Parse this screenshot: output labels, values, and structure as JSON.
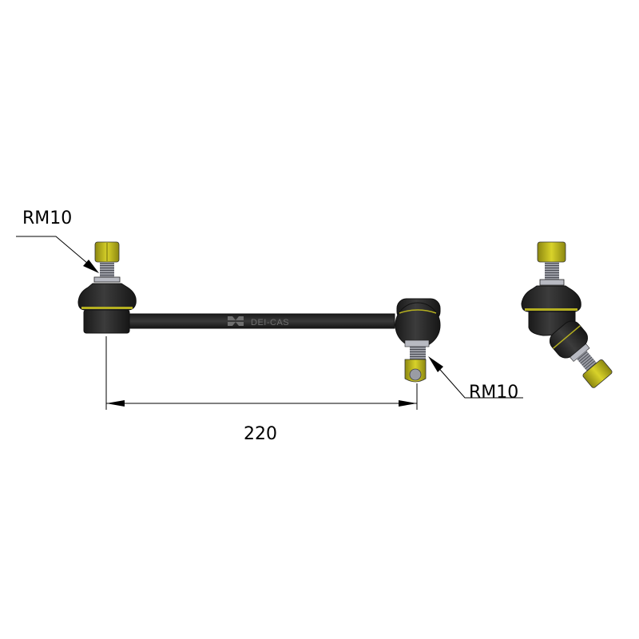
{
  "drawing": {
    "callout_top_left": "RM10",
    "callout_bottom_right": "RM10",
    "dimension_length": "220",
    "logo_text": "DEI-CAS"
  },
  "colors": {
    "rubber": "#2a2a2a",
    "nut": "#c8c21a",
    "thread": "#8a8c94",
    "line": "#000000"
  }
}
